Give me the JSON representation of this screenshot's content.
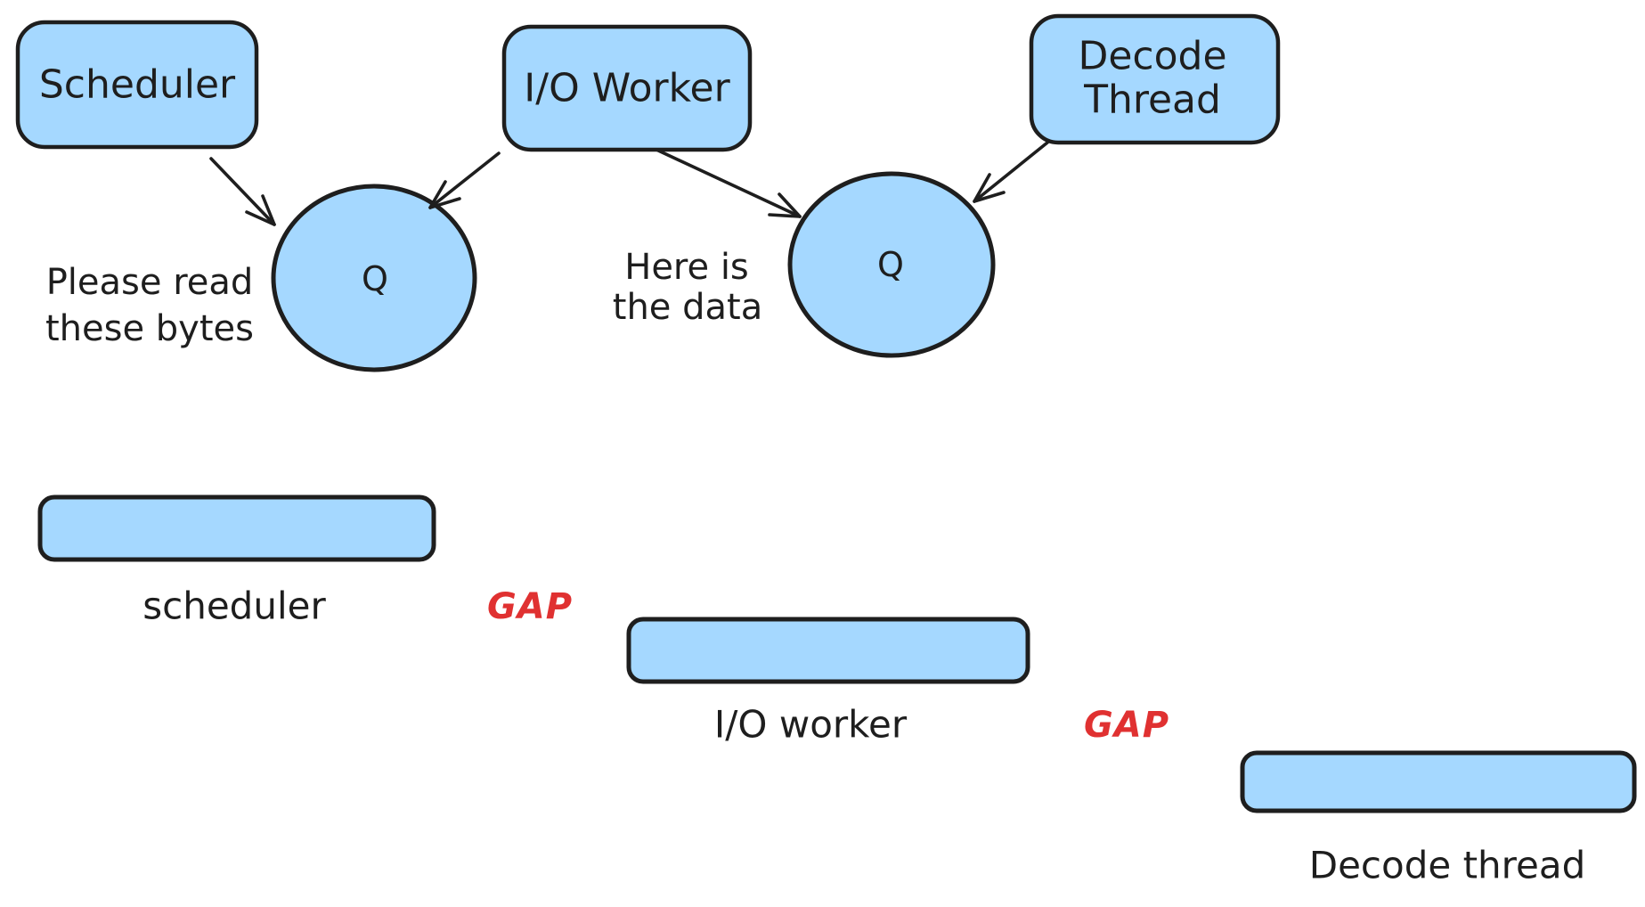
{
  "canvas": {
    "background": "#ffffff",
    "ink_color": "#1e1e1e",
    "shape_fill_color": "#a5d8ff",
    "accent_red_color": "#e03131"
  },
  "top_row": {
    "scheduler_box": {
      "label": "Scheduler"
    },
    "io_worker_box": {
      "label": "I/O Worker"
    },
    "decode_thread_box": {
      "line1": "Decode",
      "line2": "Thread"
    },
    "queue1": {
      "label": "Q"
    },
    "queue2": {
      "label": "Q"
    },
    "caption_scheduler_to_queue": {
      "line1": "Please read",
      "line2": "these bytes"
    },
    "caption_io_to_queue": {
      "line1": "Here is",
      "line2": "the data"
    }
  },
  "timeline": {
    "scheduler_bar_label": "scheduler",
    "gap1_label": "GAP",
    "io_worker_bar_label": "I/O worker",
    "gap2_label": "GAP",
    "decode_thread_bar_label": "Decode thread"
  }
}
